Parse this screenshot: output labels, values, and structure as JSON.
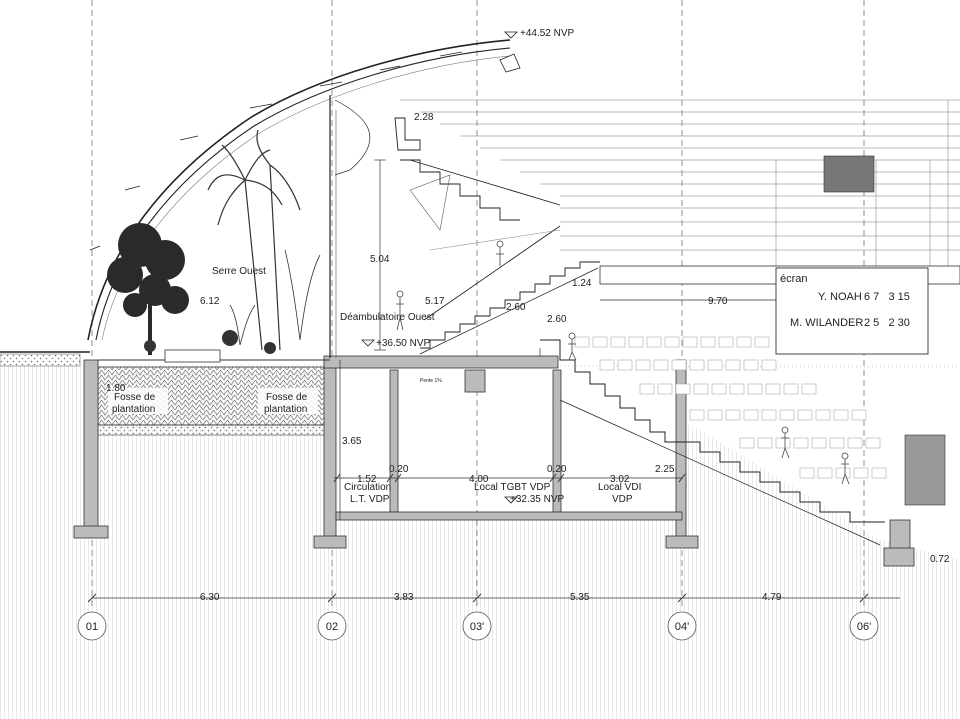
{
  "levels": {
    "top": "+44.52 NVP",
    "floor": "+36.50 NVP",
    "basement": "+32.35 NVP"
  },
  "dimensions": {
    "d_2_28": "2.28",
    "d_5_04": "5.04",
    "d_6_12": "6.12",
    "d_5_17": "5.17",
    "d_2_60a": "2.60",
    "d_2_60b": "2.60",
    "d_1_24": "1.24",
    "d_9_70": "9.70",
    "d_1_80": "1.80",
    "d_3_65": "3.65",
    "d_1_52": "1.52",
    "d_0_20a": "0.20",
    "d_4_00": "4.00",
    "d_0_20b": "0.20",
    "d_3_02": "3.02",
    "d_2_25": "2.25",
    "d_0_72": "0.72",
    "span_6_30": "6.30",
    "span_3_83": "3.83",
    "span_5_35": "5.35",
    "span_4_79": "4.79"
  },
  "rooms": {
    "serre": "Serre Ouest",
    "deambulatoire": "Déambulatoire Ouest",
    "fosse1_l1": "Fosse de",
    "fosse1_l2": "plantation",
    "fosse2_l1": "Fosse de",
    "fosse2_l2": "plantation",
    "circ_l1": "Circulation",
    "circ_l2": "L.T. VDP",
    "tgbt": "Local TGBT VDP",
    "vdi_l1": "Local VDI",
    "vdi_l2": "VDP",
    "pente": "Pente 1%"
  },
  "scoreboard": {
    "title": "écran",
    "rows": [
      {
        "name": "Y. NOAH",
        "scores": "6 7   3 15"
      },
      {
        "name": "M. WILANDER",
        "scores": "2 5   2 30"
      }
    ]
  },
  "grid_axes": [
    "01",
    "02",
    "03'",
    "04'",
    "06'"
  ]
}
